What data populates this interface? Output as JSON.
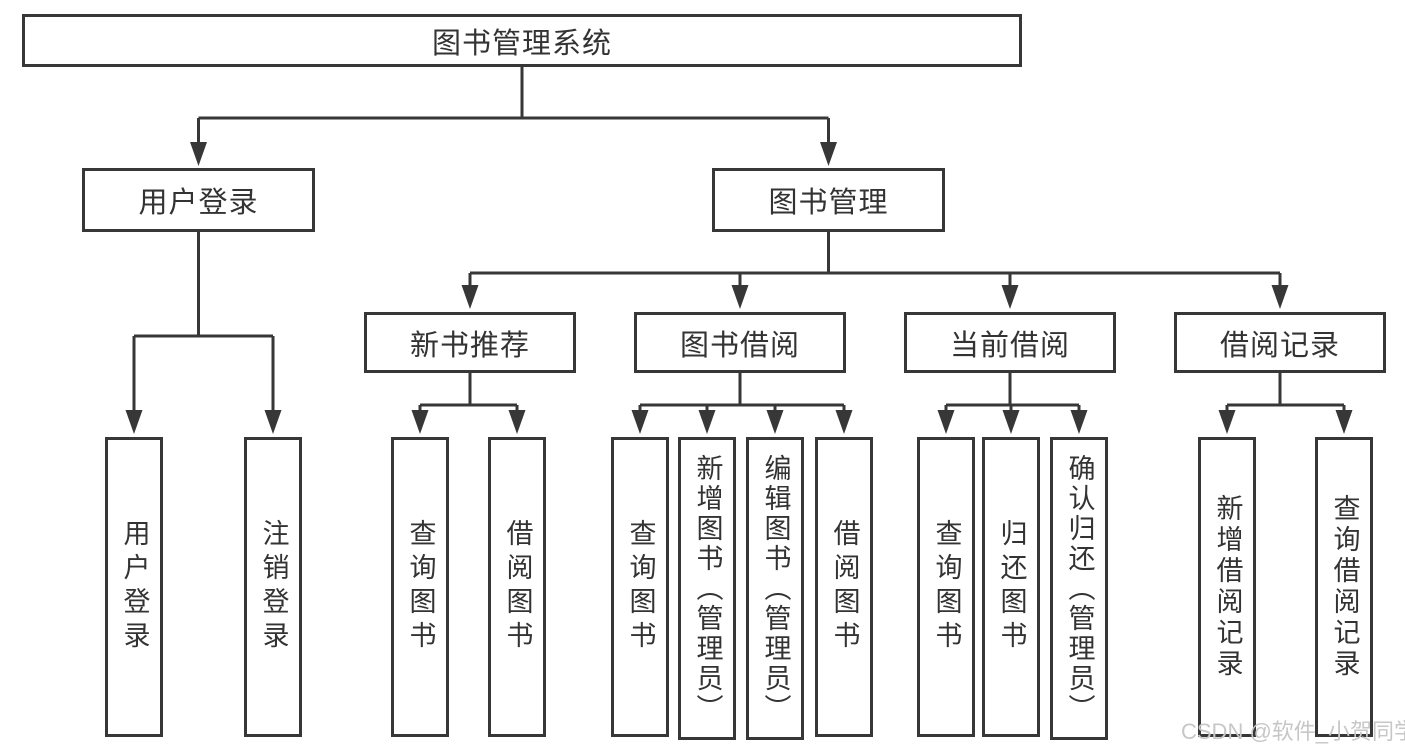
{
  "diagram": {
    "root": "图书管理系统",
    "branches": {
      "user": {
        "label": "用户登录",
        "children": [
          "用户登录",
          "注销登录"
        ]
      },
      "management": {
        "label": "图书管理",
        "sections": [
          {
            "label": "新书推荐",
            "children": [
              "查询图书",
              "借阅图书"
            ]
          },
          {
            "label": "图书借阅",
            "children": [
              "查询图书",
              "新增图书（管理员）",
              "编辑图书（管理员）",
              "借阅图书"
            ]
          },
          {
            "label": "当前借阅",
            "children": [
              "查询图书",
              "归还图书",
              "确认归还（管理员）"
            ]
          },
          {
            "label": "借阅记录",
            "children": [
              "新增借阅记录",
              "查询借阅记录"
            ]
          }
        ]
      }
    },
    "watermark": "CSDN @软件_小贺同学",
    "colors": {
      "line": "#373737",
      "text": "#333333",
      "background": "#ffffff",
      "watermark": "#c7c7c7"
    }
  }
}
